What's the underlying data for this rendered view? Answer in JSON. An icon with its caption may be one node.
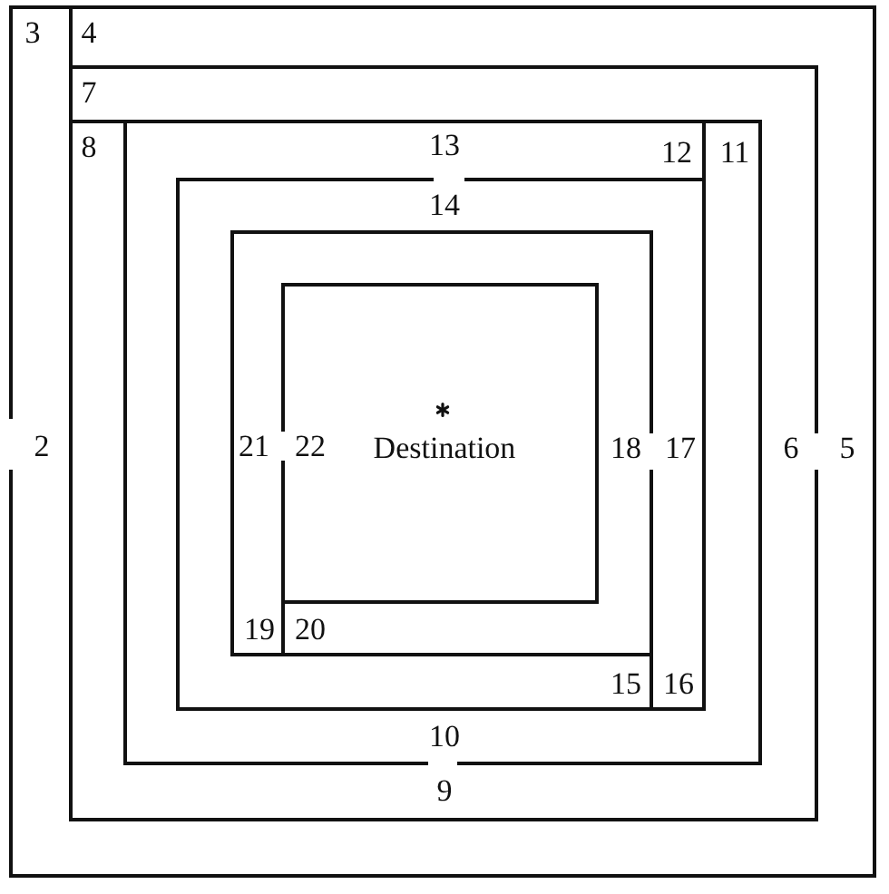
{
  "diagram": {
    "labels": [
      "3",
      "4",
      "7",
      "8",
      "13",
      "12",
      "11",
      "14",
      "2",
      "21",
      "22",
      "Destination",
      "18",
      "17",
      "6",
      "5",
      "19",
      "20",
      "15",
      "16",
      "10",
      "9"
    ]
  }
}
